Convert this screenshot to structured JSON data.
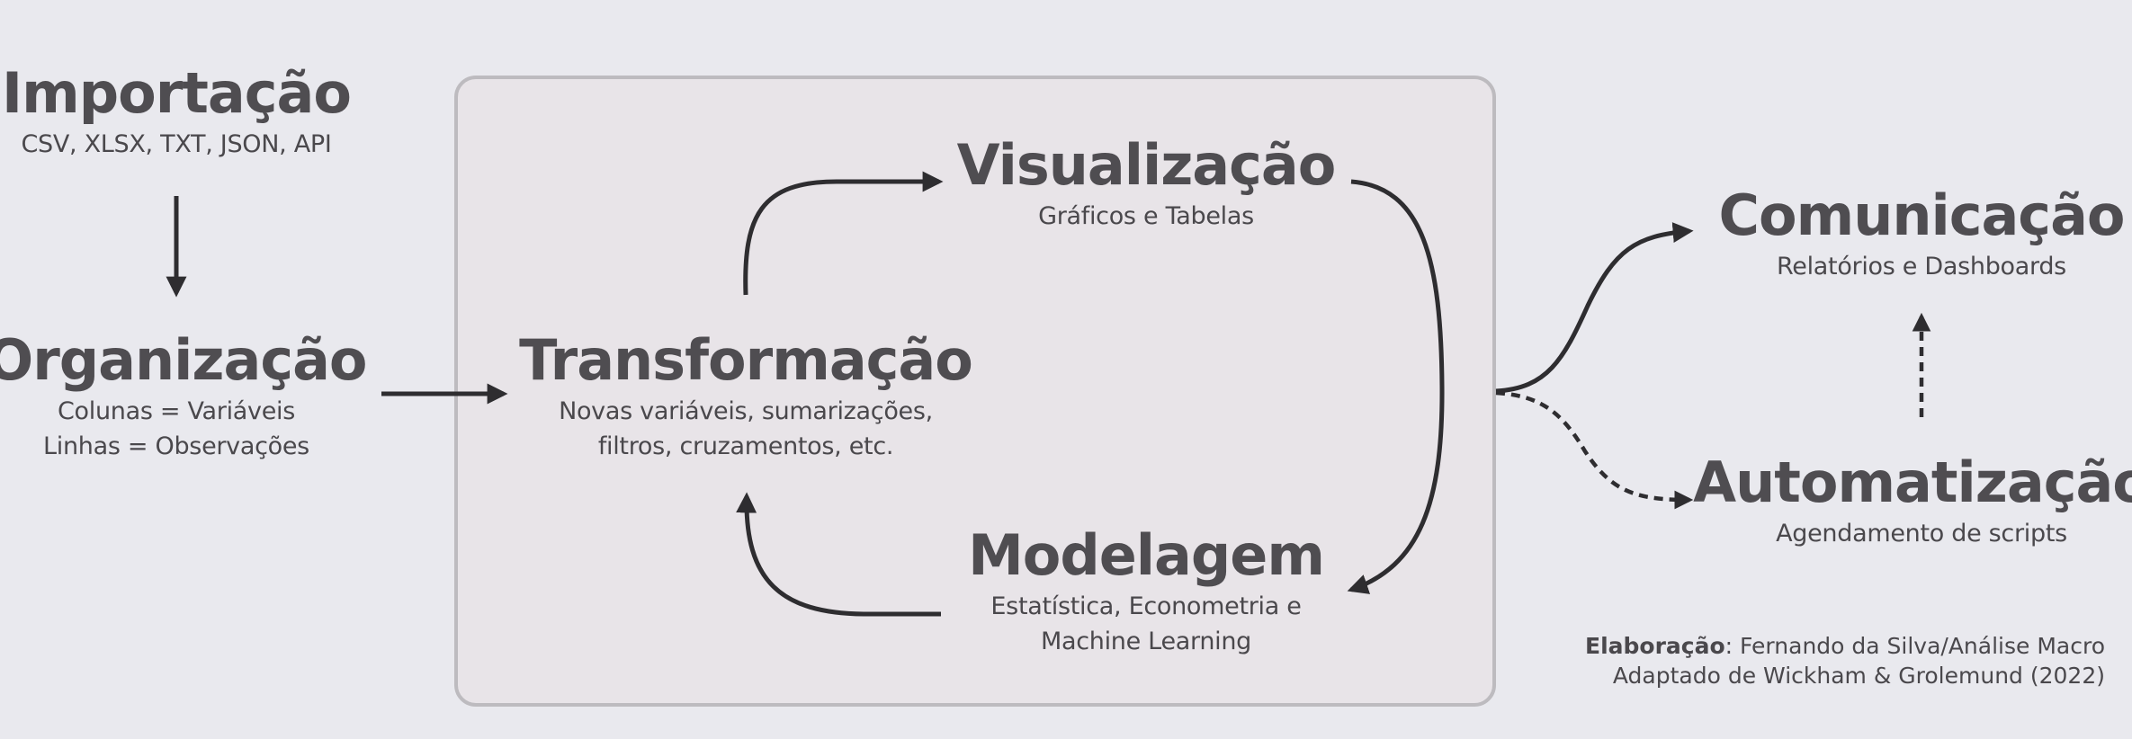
{
  "nodes": {
    "importacao": {
      "title": "Importação",
      "subtitle_lines": [
        "CSV, XLSX, TXT, JSON, API"
      ]
    },
    "organizacao": {
      "title": "Organização",
      "subtitle_lines": [
        "Colunas = Variáveis",
        "Linhas = Observações"
      ]
    },
    "transformacao": {
      "title": "Transformação",
      "subtitle_lines": [
        "Novas variáveis, sumarizações,",
        "filtros, cruzamentos, etc."
      ]
    },
    "visualizacao": {
      "title": "Visualização",
      "subtitle_lines": [
        "Gráficos e Tabelas"
      ]
    },
    "modelagem": {
      "title": "Modelagem",
      "subtitle_lines": [
        "Estatística, Econometria e",
        "Machine Learning"
      ]
    },
    "comunicacao": {
      "title": "Comunicação",
      "subtitle_lines": [
        "Relatórios e Dashboards"
      ]
    },
    "automatizacao": {
      "title": "Automatização",
      "subtitle_lines": [
        "Agendamento de scripts"
      ]
    }
  },
  "credit": {
    "label": "Elaboração",
    "author": ": Fernando da Silva/Análise Macro",
    "adapted": "Adaptado de Wickham & Grolemund (2022)"
  },
  "colors": {
    "background": "#e9e9ee",
    "box_fill": "#e8e4e8",
    "box_border": "#bdbbbf",
    "arrow": "#2e2d30",
    "text": "#4d4b4f"
  }
}
